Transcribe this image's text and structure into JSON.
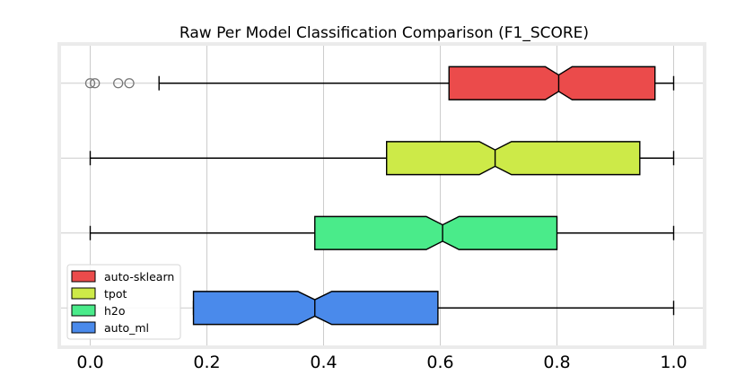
{
  "chart_data": {
    "type": "boxplot",
    "orientation": "horizontal",
    "notched": true,
    "title": "Raw Per Model Classification Comparison (F1_SCORE)",
    "xlabel": "",
    "ylabel": "",
    "xlim": [
      -0.05,
      1.05
    ],
    "xticks": [
      0.0,
      0.2,
      0.4,
      0.6,
      0.8,
      1.0
    ],
    "xtick_labels": [
      "0.0",
      "0.2",
      "0.4",
      "0.6",
      "0.8",
      "1.0"
    ],
    "grid": "vertical",
    "legend_position": "lower-left",
    "series": [
      {
        "name": "auto-sklearn",
        "color": "#eb4b4b",
        "whisker_low": 0.118,
        "q1": 0.615,
        "median": 0.803,
        "q3": 0.968,
        "whisker_high": 1.0,
        "notch_low": 0.78,
        "notch_high": 0.826,
        "outliers": [
          0.0,
          0.008,
          0.048,
          0.067
        ]
      },
      {
        "name": "tpot",
        "color": "#cdea48",
        "whisker_low": 0.0,
        "q1": 0.508,
        "median": 0.694,
        "q3": 0.942,
        "whisker_high": 1.0,
        "notch_low": 0.667,
        "notch_high": 0.722,
        "outliers": []
      },
      {
        "name": "h2o",
        "color": "#4aeb8a",
        "whisker_low": 0.0,
        "q1": 0.385,
        "median": 0.604,
        "q3": 0.8,
        "whisker_high": 1.0,
        "notch_low": 0.576,
        "notch_high": 0.632,
        "outliers": []
      },
      {
        "name": "auto_ml",
        "color": "#4a8aeb",
        "whisker_low": 0.177,
        "q1": 0.177,
        "median": 0.385,
        "q3": 0.596,
        "whisker_high": 1.0,
        "notch_low": 0.356,
        "notch_high": 0.414,
        "outliers": []
      }
    ]
  }
}
